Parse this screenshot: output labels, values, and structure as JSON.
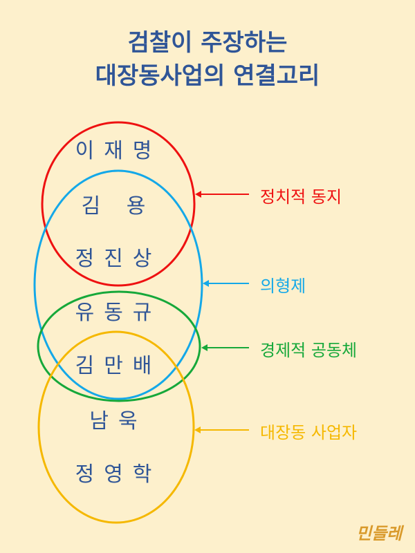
{
  "title": {
    "line1": "검찰이 주장하는",
    "line2": "대장동사업의 연결고리"
  },
  "names": [
    "이재명",
    "김 용",
    "정진상",
    "유동규",
    "김만배",
    "남욱",
    "정영학"
  ],
  "groups": [
    {
      "label": "정치적 동지",
      "color": "#ee1111"
    },
    {
      "label": "의형제",
      "color": "#14a8e8"
    },
    {
      "label": "경제적 공동체",
      "color": "#16a83a"
    },
    {
      "label": "대장동 사업자",
      "color": "#f5b800"
    }
  ],
  "logo": "민들레"
}
